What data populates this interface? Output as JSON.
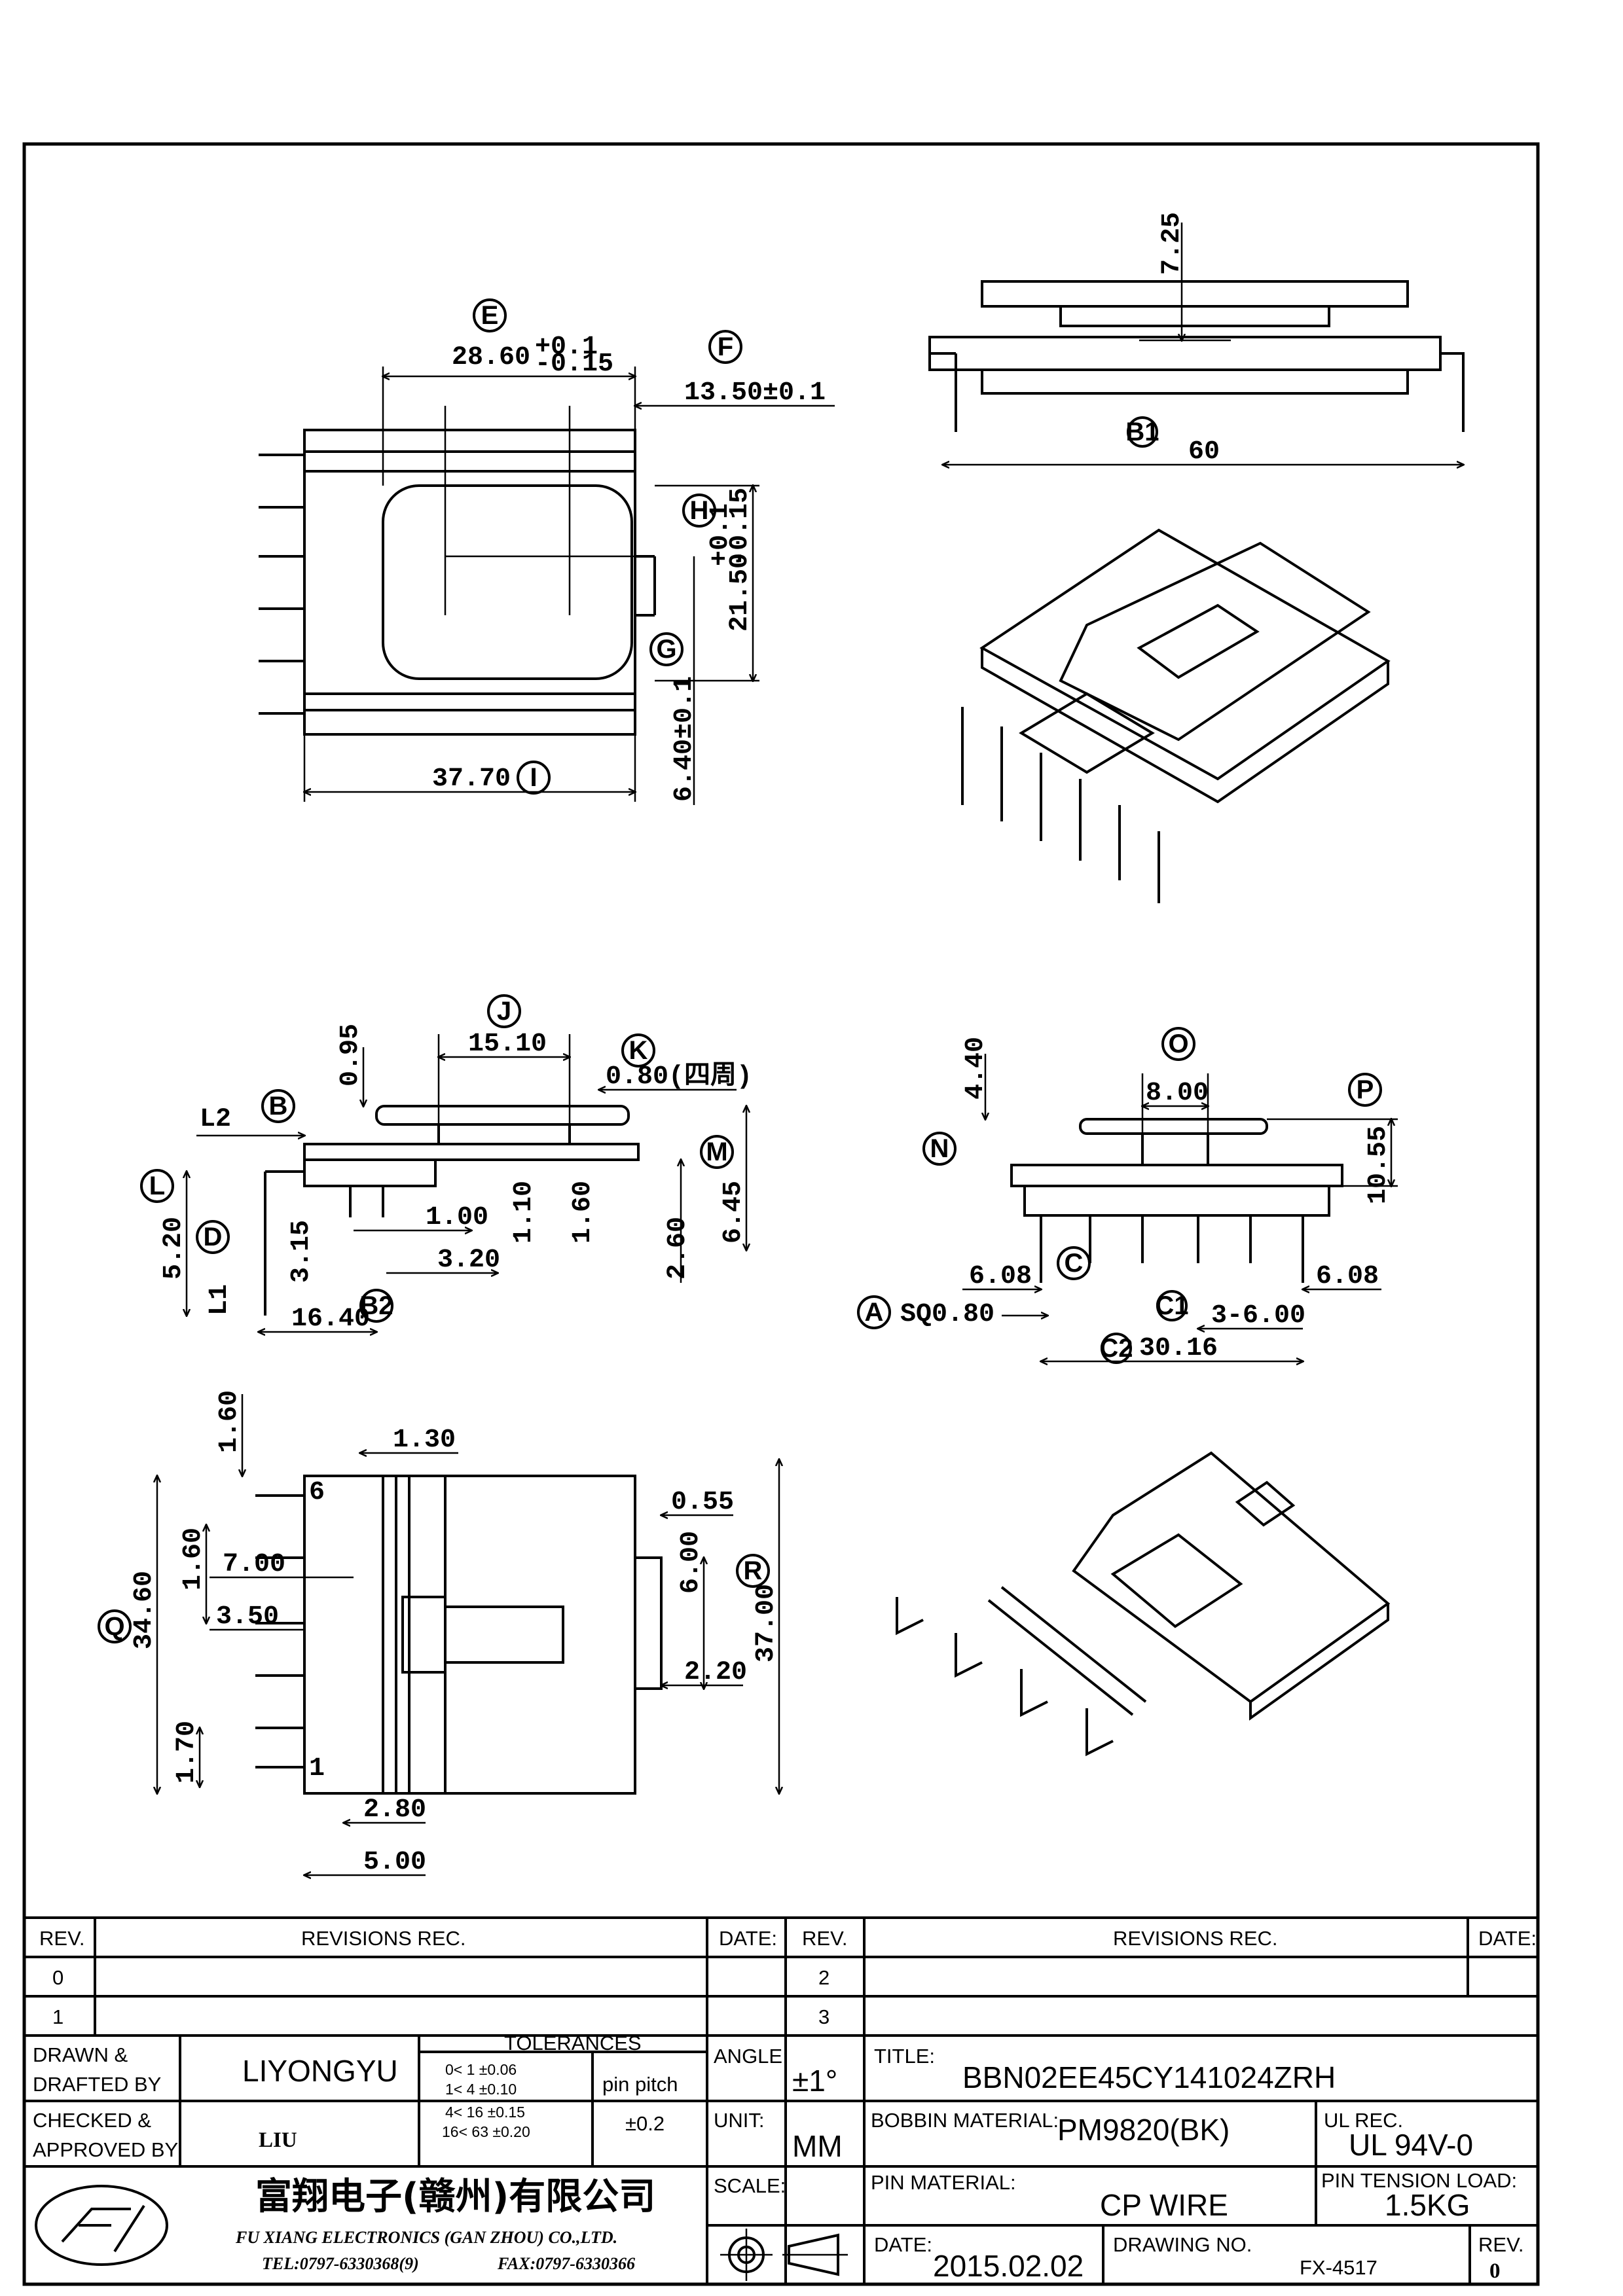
{
  "views": {
    "top": {
      "dims": {
        "e": "28.60",
        "e_tol_up": "+0.1",
        "e_tol_dn": "-0.15",
        "f": "13.50±0.1",
        "h": "21.50",
        "h_tol_up": "+0.1",
        "h_tol_dn": "-0.15",
        "g": "6.40±0.1",
        "i": "37.70"
      },
      "labels": {
        "e": "E",
        "f": "F",
        "h": "H",
        "g": "G",
        "i": "I"
      }
    },
    "side_a": {
      "dims": {
        "h725": "7.25",
        "b1": "60"
      },
      "labels": {
        "b1": "B1"
      }
    },
    "front": {
      "dims": {
        "j": "15.10",
        "k": "0.80(四周)",
        "d095": "0.95",
        "l2": "L2",
        "d100": "1.00",
        "d110": "1.10",
        "d160": "1.60",
        "d260": "2.60",
        "d645": "6.45",
        "d320": "3.20",
        "d315": "3.15",
        "d520": "5.20",
        "l1": "L1",
        "d1640": "16.40"
      },
      "labels": {
        "j": "J",
        "k": "K",
        "b": "B",
        "m": "M",
        "l": "L",
        "d": "D",
        "b2": "B2"
      }
    },
    "side_b": {
      "dims": {
        "o": "8.00",
        "d440": "4.40",
        "d1055": "10.55",
        "c608": "6.08",
        "p608": "6.08",
        "sq": "SQ0.80",
        "c1": "3-6.00",
        "c2": "30.16"
      },
      "labels": {
        "o": "O",
        "p": "P",
        "n": "N",
        "c": "C",
        "a": "A",
        "c1": "C1",
        "c2": "C2"
      }
    },
    "bottom": {
      "dims": {
        "d160a": "1.60",
        "d130": "1.30",
        "pin6": "6",
        "d055": "0.55",
        "d160b": "1.60",
        "d700": "7.00",
        "d600": "6.00",
        "q": "34.60",
        "d350": "3.50",
        "r": "37.00",
        "d220": "2.20",
        "d170": "1.70",
        "pin1": "1",
        "d280": "2.80",
        "d500": "5.00"
      },
      "labels": {
        "q": "Q",
        "r": "R"
      }
    }
  },
  "title_block": {
    "rev_header": {
      "rev": "REV.",
      "revisions": "REVISIONS   REC.",
      "date": "DATE:",
      "rev2": "REV.",
      "revisions2": "REVISIONS   REC.",
      "date2": "DATE:"
    },
    "rev_rows": [
      "0",
      "1"
    ],
    "rev_rows_right": [
      "2",
      "3"
    ],
    "drawn_label_1": "DRAWN &",
    "drawn_label_2": "DRAFTED BY",
    "drawn_by": "LIYONGYU",
    "checked_label_1": "CHECKED &",
    "checked_label_2": "APPROVED BY",
    "checked_by": "LIU",
    "tolerances_label": "TOLERANCES",
    "tolerances": [
      "0<   1   ±0.06",
      "1<   4   ±0.10",
      "4<  16  ±0.15",
      "16<  63  ±0.20"
    ],
    "pin_pitch_label": "pin  pitch",
    "pin_pitch": "±0.2",
    "angle_label": "ANGLE:",
    "angle": "±1°",
    "unit_label": "UNIT:",
    "unit": "MM",
    "scale_label": "SCALE:",
    "company_cn": "富翔电子(赣州)有限公司",
    "company_en": "FU XIANG ELECTRONICS (GAN ZHOU) CO.,LTD.",
    "tel": "TEL:0797-6330368(9)",
    "fax": "FAX:0797-6330366",
    "title_label": "TITLE:",
    "title": "BBN02EE45CY141024ZRH",
    "bobbin_label": "BOBBIN  MATERIAL:",
    "bobbin": "PM9820(BK)",
    "ul_label": "UL  REC.",
    "ul": "UL  94V-0",
    "pin_material_label": "PIN  MATERIAL:",
    "pin_material": "CP  WIRE",
    "pin_tension_label": "PIN  TENSION  LOAD:",
    "pin_tension": "1.5KG",
    "date_label": "DATE:",
    "date": "2015.02.02",
    "drawing_no_label": "DRAWING  NO.",
    "drawing_no": "FX-4517",
    "rev_label": "REV.",
    "rev": "0"
  }
}
